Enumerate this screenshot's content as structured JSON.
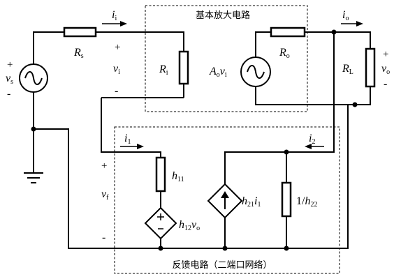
{
  "amplifier": {
    "title": "基本放大电路",
    "input_resistor": {
      "symbol": "R",
      "sub": "i"
    },
    "source": {
      "A": "A",
      "A_sub": "o",
      "v": "v",
      "v_sub": "i"
    },
    "output_resistor": {
      "symbol": "R",
      "sub": "o"
    }
  },
  "input": {
    "source_plus": "+",
    "source_v": "v",
    "source_sub": "s",
    "source_minus": "-",
    "rs": {
      "symbol": "R",
      "sub": "s"
    },
    "ii": {
      "symbol": "i",
      "sub": "i"
    },
    "vi_plus": "+",
    "vi": {
      "symbol": "v",
      "sub": "i"
    },
    "vi_minus": "-"
  },
  "output": {
    "io": {
      "symbol": "i",
      "sub": "o"
    },
    "rl": {
      "symbol": "R",
      "sub": "L"
    },
    "vo_plus": "+",
    "vo": {
      "symbol": "v",
      "sub": "o"
    },
    "vo_minus": "-"
  },
  "feedback": {
    "title": "反馈电路（二端口网络）",
    "i1": {
      "symbol": "i",
      "sub": "1"
    },
    "i2": {
      "symbol": "i",
      "sub": "2"
    },
    "vf_plus": "+",
    "vf": {
      "symbol": "v",
      "sub": "f"
    },
    "vf_minus": "-",
    "h11": {
      "symbol": "h",
      "sub": "11"
    },
    "h12": {
      "symbol": "h",
      "sub": "12",
      "v": "v",
      "v_sub": "o"
    },
    "h21": {
      "symbol": "h",
      "sub": "21",
      "i": "i",
      "i_sub": "1"
    },
    "h22": {
      "prefix": "1/",
      "symbol": "h",
      "sub": "22"
    },
    "dep_plus": "+",
    "dep_minus": "-"
  }
}
